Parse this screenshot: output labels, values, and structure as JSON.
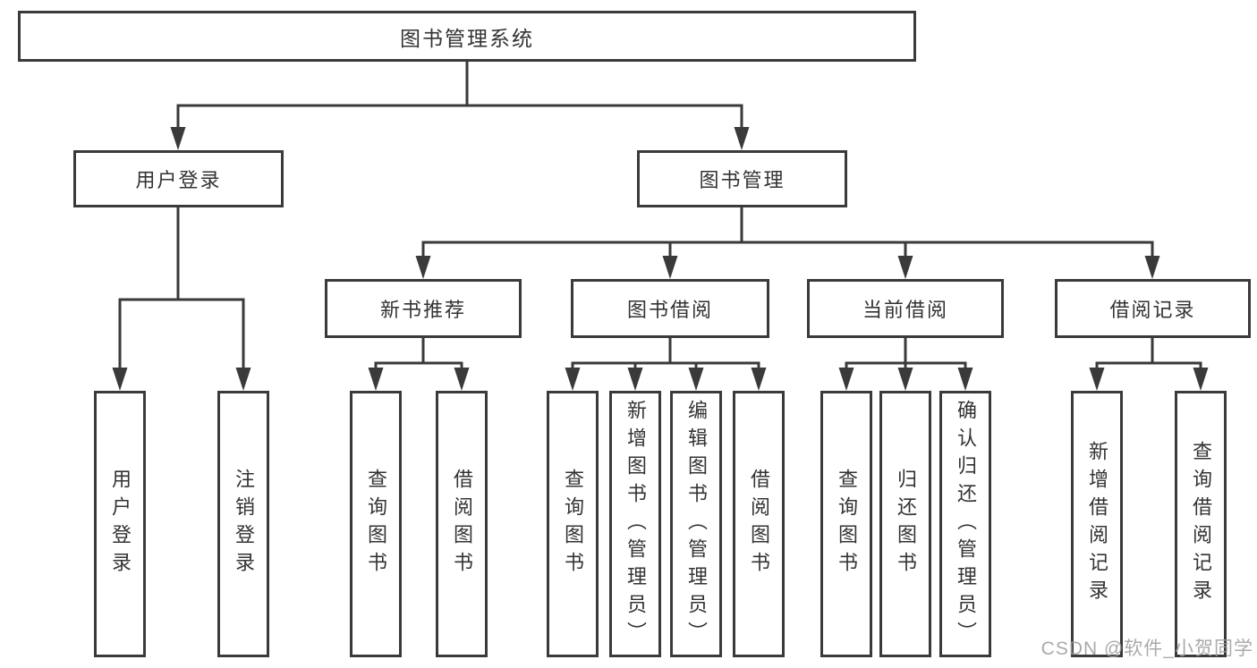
{
  "diagram": {
    "root": {
      "label": "图书管理系统"
    },
    "branches": [
      {
        "label": "用户登录",
        "children": [
          {
            "label": "用户登录"
          },
          {
            "label": "注销登录"
          }
        ]
      },
      {
        "label": "图书管理",
        "children": [
          {
            "label": "新书推荐",
            "children": [
              {
                "label": "查询图书"
              },
              {
                "label": "借阅图书"
              }
            ]
          },
          {
            "label": "图书借阅",
            "children": [
              {
                "label": "查询图书"
              },
              {
                "label": "新增图书（管理员）"
              },
              {
                "label": "编辑图书（管理员）"
              },
              {
                "label": "借阅图书"
              }
            ]
          },
          {
            "label": "当前借阅",
            "children": [
              {
                "label": "查询图书"
              },
              {
                "label": "归还图书"
              },
              {
                "label": "确认归还（管理员）"
              }
            ]
          },
          {
            "label": "借阅记录",
            "children": [
              {
                "label": "新增借阅记录"
              },
              {
                "label": "查询借阅记录"
              }
            ]
          }
        ]
      }
    ],
    "watermark": "CSDN @软件_小贺同学",
    "colors": {
      "line": "#3a3a3a",
      "text": "#333333",
      "background": "#ffffff",
      "watermark": "#9e9e9e"
    }
  }
}
